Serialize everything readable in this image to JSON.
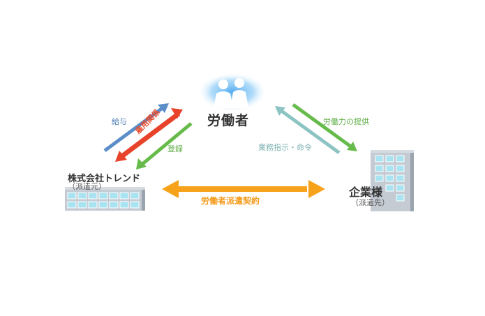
{
  "worker": {
    "title": "労働者"
  },
  "dispatcher": {
    "name": "株式会社トレンド",
    "role": "（派遣元）"
  },
  "client": {
    "name": "企業様",
    "role": "（派遣先）"
  },
  "relations": {
    "salary": "給与",
    "employment": "雇用関係",
    "registration": "登録",
    "labor": "労働力の提供",
    "instruction": "業務指示・命令",
    "contract": "労働者派遣契約"
  },
  "colors": {
    "salary": "#5b8ec9",
    "employment": "#e8432a",
    "registration": "#66bb4a",
    "labor": "#66bb4a",
    "instruction": "#8cc3c3",
    "contract": "#f7a21b",
    "building": "#b8c2cc",
    "window": "#9fe0f0",
    "glow": "#4aa8f0"
  }
}
